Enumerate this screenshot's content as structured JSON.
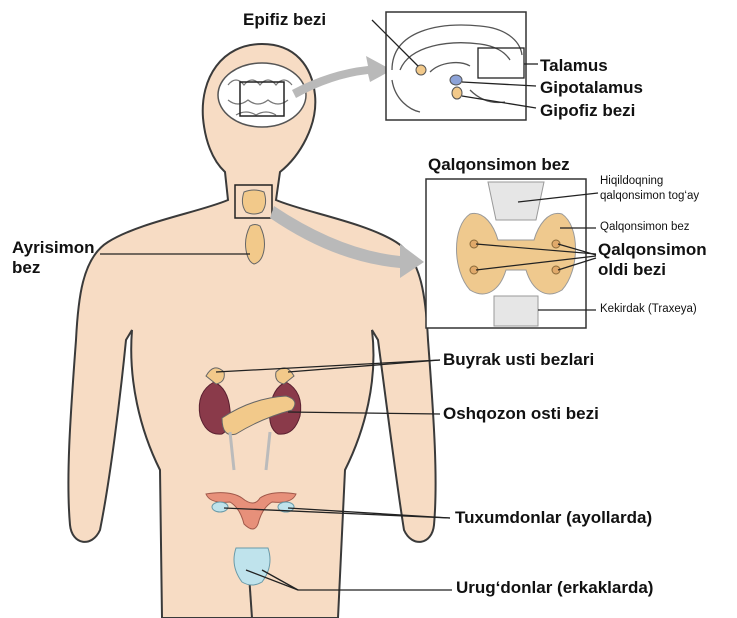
{
  "labels": {
    "epifiz": "Epifiz bezi",
    "talamus": "Talamus",
    "gipotalamus": "Gipotalamus",
    "gipofiz": "Gipofiz bezi",
    "qalqonsimon_title": "Qalqonsimon bez",
    "hiqildoq_line1": "Hiqildoqning",
    "hiqildoq_line2": "qalqonsimon tog‘ay",
    "qalqonsimon_small": "Qalqonsimon bez",
    "qalqonsimon_oldi_line1": "Qalqonsimon",
    "qalqonsimon_oldi_line2": "oldi bezi",
    "kekirdak": "Kekirdak (Traxeya)",
    "ayrisimon_line1": "Ayrisimon",
    "ayrisimon_line2": "bez",
    "buyrak": "Buyrak usti bezlari",
    "oshqozon": "Oshqozon osti bezi",
    "tuxumdon": "Tuxumdonlar (ayollarda)",
    "urugdon": "Urug‘donlar (erkaklarda)"
  },
  "colors": {
    "skin": "#f7dcc4",
    "outline": "#3a3a3a",
    "gland": "#f2c98a",
    "kidney": "#8a3a4a",
    "uterus": "#e7907a",
    "ovary": "#bfe3ec",
    "arrow": "#b9b9b9"
  }
}
